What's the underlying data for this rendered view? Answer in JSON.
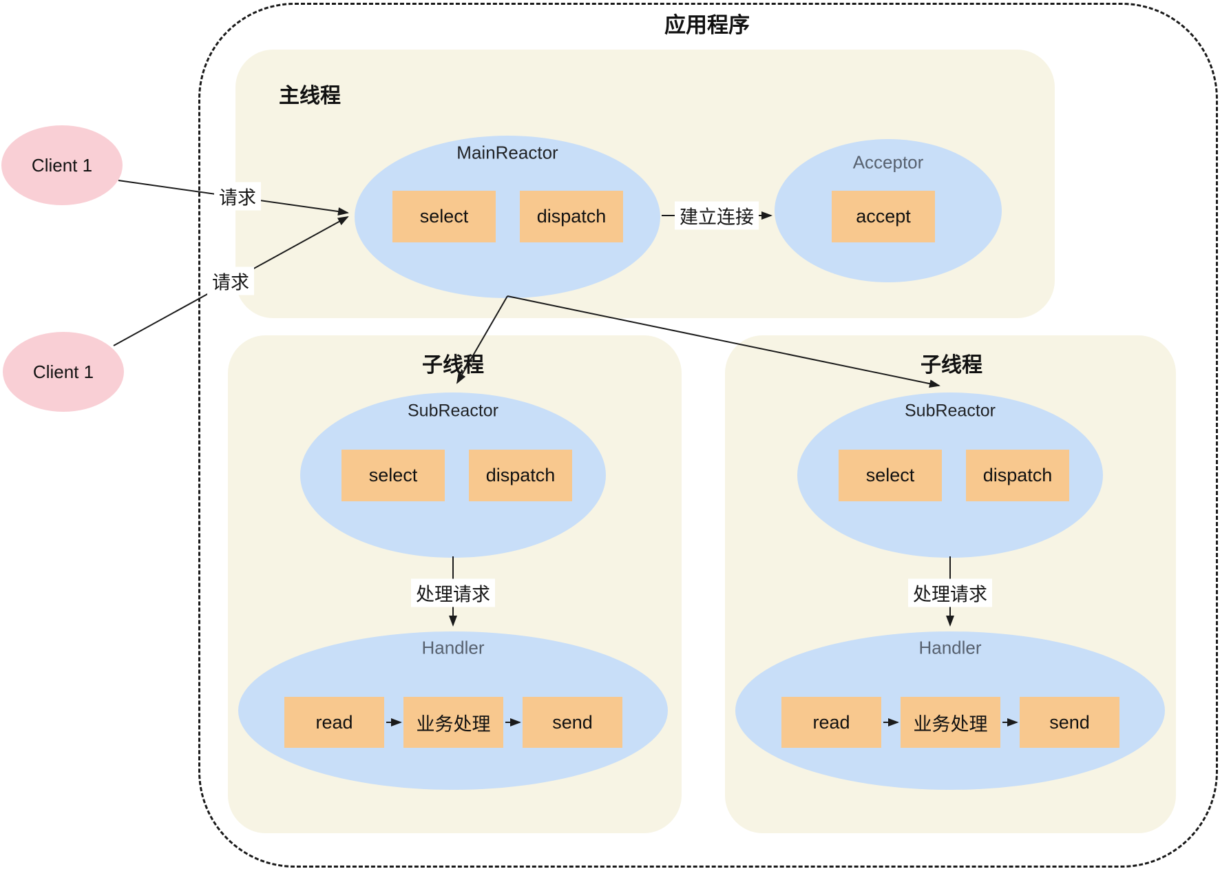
{
  "title": "应用程序",
  "colors": {
    "canvas": "#ffffff",
    "thread_box": "#f7f4e4",
    "ellipse": "#c8def8",
    "box": "#f8c88e",
    "client": "#f9cfd5",
    "line": "#1a1a1a",
    "label_dark": "#1f2124",
    "label_gray": "#57616f"
  },
  "clients": [
    {
      "label": "Client 1"
    },
    {
      "label": "Client 1"
    }
  ],
  "edges": {
    "request_top": "请求",
    "request_bottom": "请求",
    "establish": "建立连接"
  },
  "main_thread": {
    "label": "主线程",
    "reactor": {
      "title": "MainReactor",
      "select": "select",
      "dispatch": "dispatch"
    },
    "acceptor": {
      "title": "Acceptor",
      "accept": "accept"
    }
  },
  "sub_threads": [
    {
      "label": "子线程",
      "reactor": {
        "title": "SubReactor",
        "select": "select",
        "dispatch": "dispatch"
      },
      "edge_handle": "处理请求",
      "handler": {
        "title": "Handler",
        "read": "read",
        "business": "业务处理",
        "send": "send"
      }
    },
    {
      "label": "子线程",
      "reactor": {
        "title": "SubReactor",
        "select": "select",
        "dispatch": "dispatch"
      },
      "edge_handle": "处理请求",
      "handler": {
        "title": "Handler",
        "read": "read",
        "business": "业务处理",
        "send": "send"
      }
    }
  ]
}
